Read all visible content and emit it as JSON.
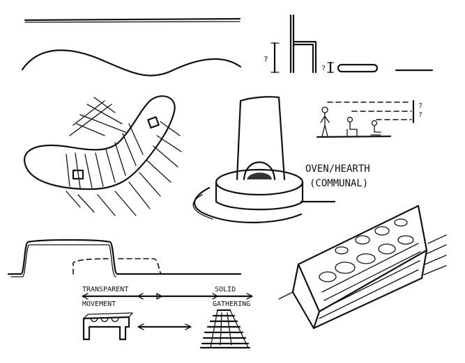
{
  "labels": {
    "oven_line1": "OVEN/HEARTH",
    "oven_line2": "(COMMUNAL)",
    "transparent": "TRANSPARENT",
    "movement": "MOVEMENT",
    "solid": "SOLID",
    "gathering": "GATHERING",
    "question1": "?",
    "question2": "?",
    "question3": "?",
    "question4": "?"
  }
}
